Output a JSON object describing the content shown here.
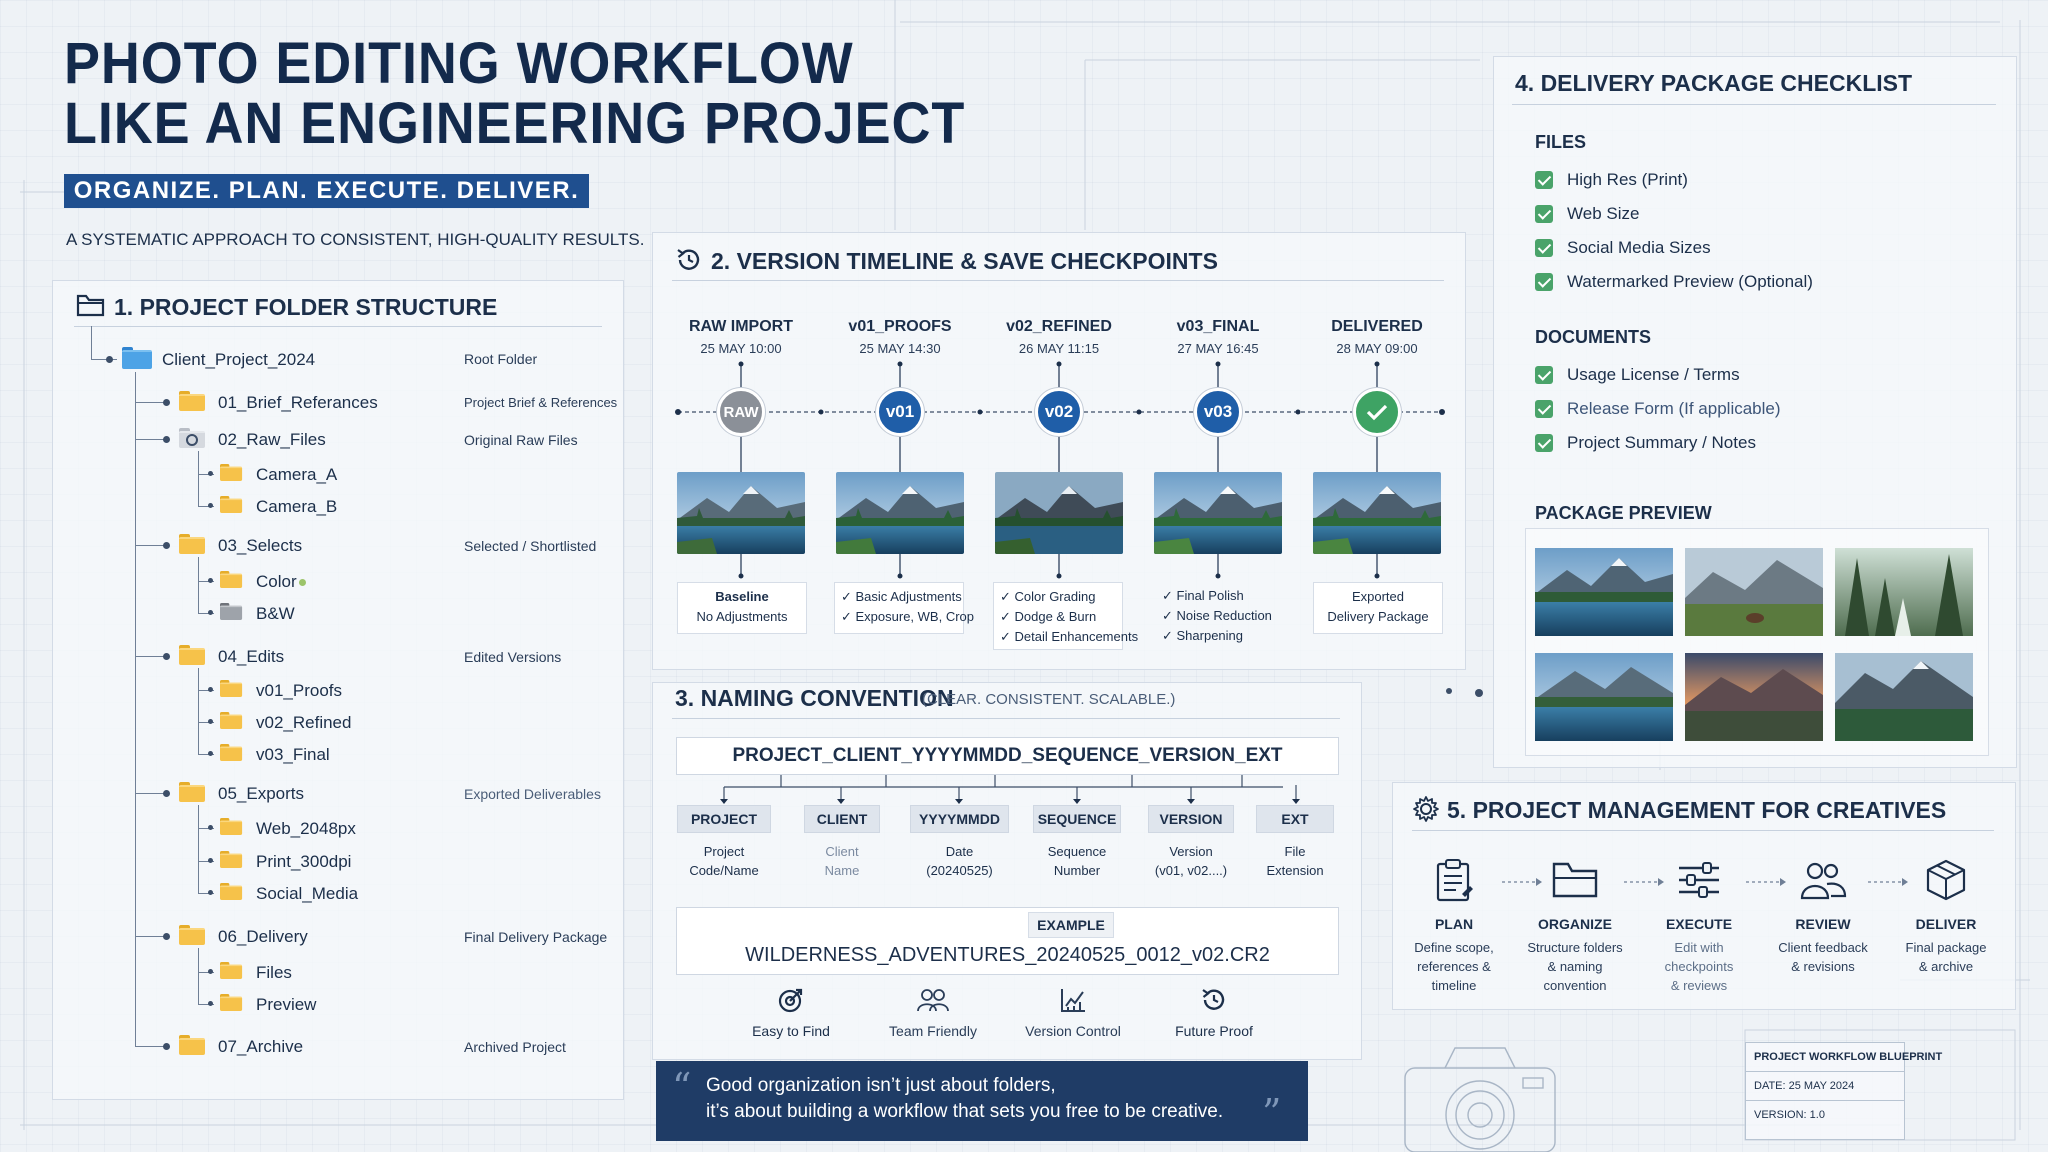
{
  "header": {
    "title_line1": "PHOTO EDITING WORKFLOW",
    "title_line2": "LIKE AN ENGINEERING PROJECT",
    "tagline": "ORGANIZE. PLAN. EXECUTE. DELIVER.",
    "subtitle": "A SYSTEMATIC APPROACH TO CONSISTENT, HIGH-QUALITY RESULTS."
  },
  "folders": {
    "title": "1. PROJECT FOLDER STRUCTURE",
    "root": {
      "name": "Client_Project_2024",
      "desc": "Root Folder"
    },
    "items": [
      {
        "name": "01_Brief_Referances",
        "desc": "Project Brief & References"
      },
      {
        "name": "02_Raw_Files",
        "desc": "Original Raw Files"
      },
      {
        "name": "Camera_A"
      },
      {
        "name": "Camera_B"
      },
      {
        "name": "03_Selects",
        "desc": "Selected / Shortlisted"
      },
      {
        "name": "Color"
      },
      {
        "name": "B&W"
      },
      {
        "name": "04_Edits",
        "desc": "Edited Versions"
      },
      {
        "name": "v01_Proofs"
      },
      {
        "name": "v02_Refined"
      },
      {
        "name": "v03_Final"
      },
      {
        "name": "05_Exports",
        "desc": "Exported Deliverables"
      },
      {
        "name": "Web_2048px"
      },
      {
        "name": "Print_300dpi"
      },
      {
        "name": "Social_Media"
      },
      {
        "name": "06_Delivery",
        "desc": "Final Delivery Package"
      },
      {
        "name": "Files"
      },
      {
        "name": "Preview"
      },
      {
        "name": "07_Archive",
        "desc": "Archived Project"
      }
    ]
  },
  "timeline": {
    "title": "2. VERSION TIMELINE & SAVE CHECKPOINTS",
    "stages": [
      {
        "label": "RAW IMPORT",
        "date": "25 MAY 10:00",
        "node": "RAW",
        "notes": [
          "Baseline",
          "No Adjustments"
        ]
      },
      {
        "label": "v01_PROOFS",
        "date": "25 MAY 14:30",
        "node": "v01",
        "notes": [
          "Basic Adjustments",
          "Exposure, WB, Crop"
        ]
      },
      {
        "label": "v02_REFINED",
        "date": "26 MAY 11:15",
        "node": "v02",
        "notes": [
          "Color Grading",
          "Dodge & Burn",
          "Detail Enhancements"
        ]
      },
      {
        "label": "v03_FINAL",
        "date": "27 MAY 16:45",
        "node": "v03",
        "notes": [
          "Final Polish",
          "Noise Reduction",
          "Sharpening"
        ]
      },
      {
        "label": "DELIVERED",
        "date": "28 MAY 09:00",
        "node": "",
        "notes": [
          "Exported",
          "Delivery Package"
        ]
      }
    ],
    "colors": {
      "raw": "#8b9098",
      "version": "#1f5ea8",
      "delivered": "#3ea364"
    }
  },
  "naming": {
    "title": "3. NAMING CONVENTION",
    "subtitle": "(CLEAR. CONSISTENT. SCALABLE.)",
    "pattern": "PROJECT_CLIENT_YYYYMMDD_SEQUENCE_VERSION_EXT",
    "parts": [
      {
        "label": "PROJECT",
        "desc1": "Project",
        "desc2": "Code/Name"
      },
      {
        "label": "CLIENT",
        "desc1": "Client",
        "desc2": "Name"
      },
      {
        "label": "YYYYMMDD",
        "desc1": "Date",
        "desc2": "(20240525)"
      },
      {
        "label": "SEQUENCE",
        "desc1": "Sequence",
        "desc2": "Number"
      },
      {
        "label": "VERSION",
        "desc1": "Version",
        "desc2": "(v01, v02....)"
      },
      {
        "label": "EXT",
        "desc1": "File",
        "desc2": "Extension"
      }
    ],
    "example_label": "EXAMPLE",
    "example": "WILDERNESS_ADVENTURES_20240525_0012_v02.CR2",
    "features": [
      {
        "label": "Easy to Find",
        "icon": "target-icon"
      },
      {
        "label": "Team Friendly",
        "icon": "team-icon"
      },
      {
        "label": "Version Control",
        "icon": "chart-icon"
      },
      {
        "label": "Future Proof",
        "icon": "history-icon"
      }
    ]
  },
  "quote": {
    "line1": "Good organization isn’t just about folders,",
    "line2": "it’s about building a workflow that sets you free to be creative."
  },
  "checklist": {
    "title": "4. DELIVERY PACKAGE CHECKLIST",
    "files_head": "FILES",
    "files": [
      "High Res (Print)",
      "Web Size",
      "Social Media Sizes",
      "Watermarked Preview (Optional)"
    ],
    "docs_head": "DOCUMENTS",
    "docs": [
      "Usage License / Terms",
      "Release Form (If applicable)",
      "Project Summary / Notes"
    ],
    "preview_head": "PACKAGE PREVIEW"
  },
  "pm": {
    "title": "5. PROJECT MANAGEMENT FOR CREATIVES",
    "steps": [
      {
        "label": "PLAN",
        "desc": [
          "Define scope,",
          "references &",
          "timeline"
        ],
        "icon": "clipboard-icon"
      },
      {
        "label": "ORGANIZE",
        "desc": [
          "Structure folders",
          "& naming",
          "convention"
        ],
        "icon": "folder-icon"
      },
      {
        "label": "EXECUTE",
        "desc": [
          "Edit with",
          "checkpoints",
          "& reviews"
        ],
        "icon": "sliders-icon"
      },
      {
        "label": "REVIEW",
        "desc": [
          "Client feedback",
          "& revisions"
        ],
        "icon": "people-icon"
      },
      {
        "label": "DELIVER",
        "desc": [
          "Final package",
          "& archive"
        ],
        "icon": "box-icon"
      }
    ]
  },
  "blueprint": {
    "title": "PROJECT WORKFLOW BLUEPRINT",
    "date_label": "DATE:",
    "date": "25 MAY 2024",
    "version_label": "VERSION:",
    "version": "1.0"
  }
}
